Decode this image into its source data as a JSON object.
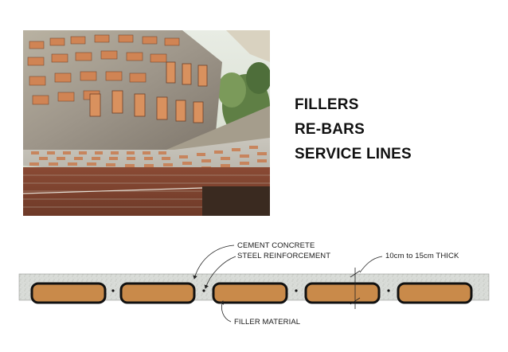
{
  "slide": {
    "bullets": [
      "FILLERS",
      "RE-BARS",
      "SERVICE LINES"
    ]
  },
  "photo": {
    "subject": "filler slab ceiling with clay tile fillers and brick wall"
  },
  "diagram": {
    "labels": {
      "cement_concrete": "CEMENT CONCRETE",
      "steel_reinforcement": "STEEL REINFORCEMENT",
      "thickness": "10cm to 15cm THICK",
      "filler_material": "FILLER MATERIAL"
    },
    "colors": {
      "concrete": "#d9dcd8",
      "filler": "#c98a4a",
      "filler_outline": "#111111"
    },
    "filler_count": 5
  }
}
